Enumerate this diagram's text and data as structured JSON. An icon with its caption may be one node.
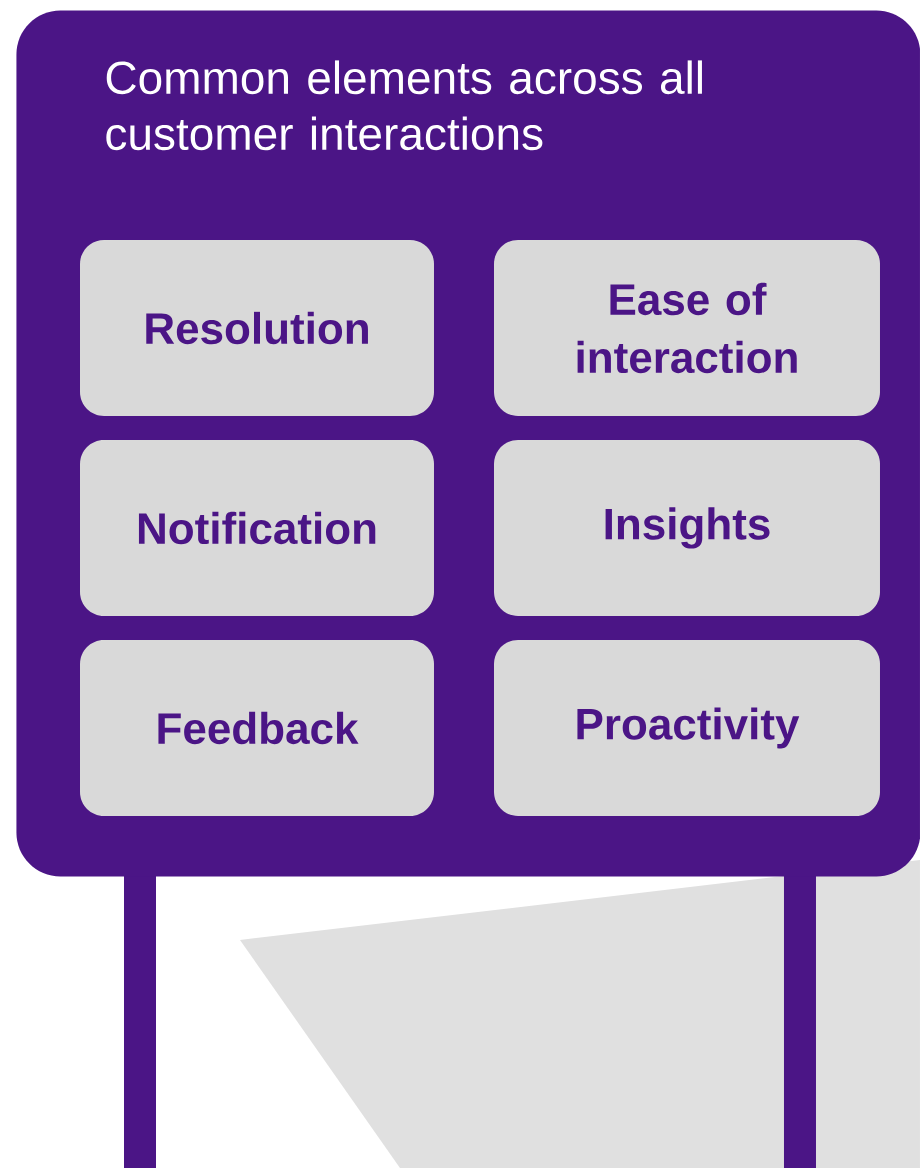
{
  "diagram": {
    "nodes": [
      {
        "text": [
          "Common elements across all customer interactions"
        ]
      },
      {
        "text": [
          "Resolution"
        ],
        "in": 0
      },
      {
        "text": [
          "Ease of interaction"
        ],
        "in": 0
      },
      {
        "text": [
          "Notification"
        ],
        "in": 0
      },
      {
        "text": [
          "Insights"
        ],
        "in": 0
      },
      {
        "text": [
          "Feedback"
        ],
        "in": 0
      },
      {
        "text": [
          "Proactivity"
        ],
        "in": 0
      }
    ]
  }
}
